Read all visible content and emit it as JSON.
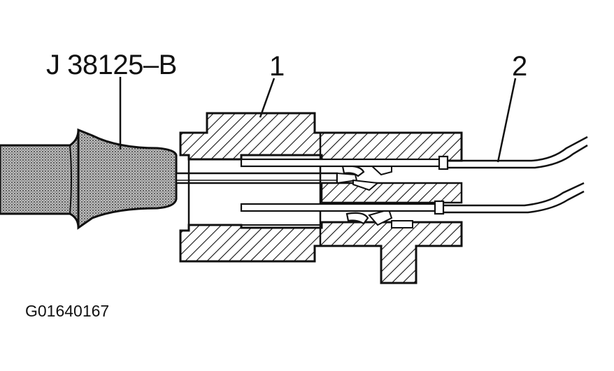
{
  "labels": {
    "tool": "J 38125–B",
    "callout_1": "1",
    "callout_2": "2"
  },
  "figure_id": "G01640167",
  "colors": {
    "ink": "#111111",
    "background": "#ffffff"
  }
}
